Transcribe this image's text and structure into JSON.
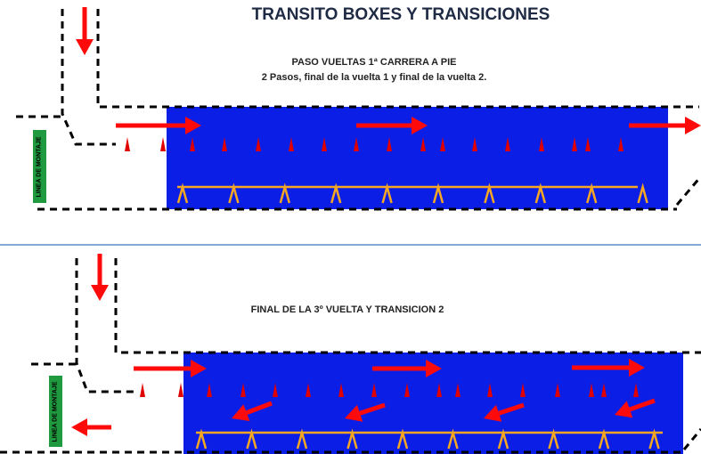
{
  "title": "TRANSITO BOXES Y TRANSICIONES",
  "section1": {
    "heading": "PASO VUELTAS 1ª CARRERA A PIE",
    "subheading": "2 Pasos, final de la vuelta 1 y final de la vuelta 2.",
    "mount_label": "LINEA DE MONTAJE"
  },
  "section2": {
    "heading": "FINAL DE LA 3º VUELTA Y TRANSICION 2",
    "mount_label": "LINEA DE MONTAJE"
  },
  "colors": {
    "zone": "#0a1ee6",
    "arrow": "#ff0a0a",
    "cone": "#e00000",
    "rack": "#f5a623",
    "divider": "#5b8bc7",
    "mount": "#1f9a3e"
  }
}
